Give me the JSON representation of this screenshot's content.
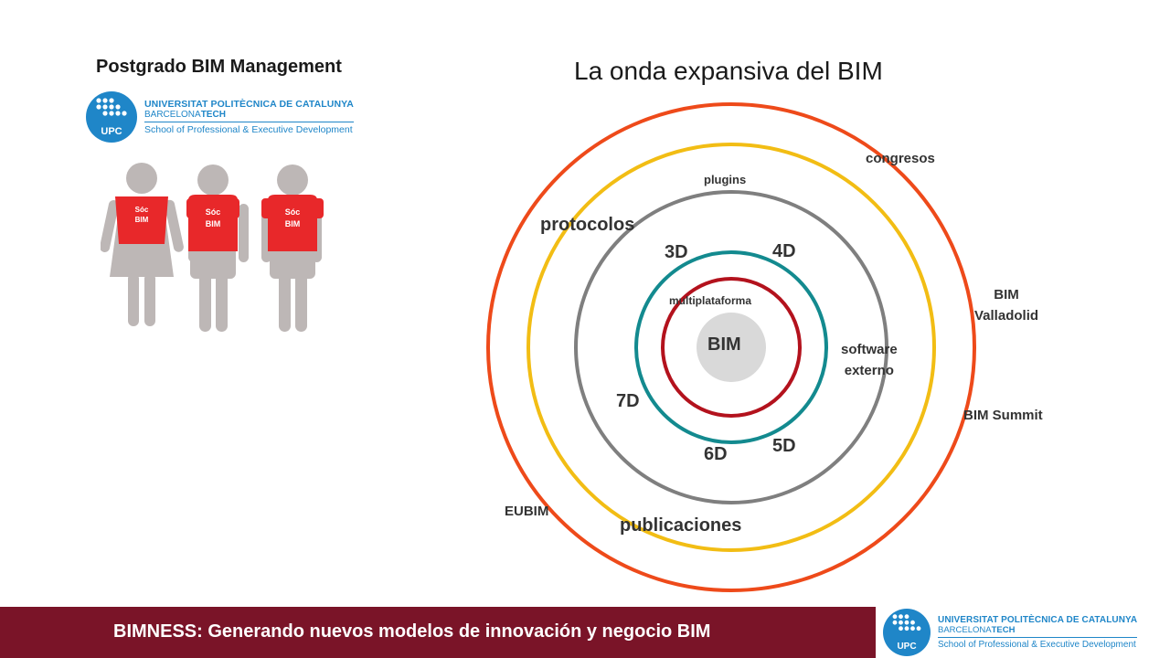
{
  "header": {
    "program": "Postgrado BIM Management",
    "logo": {
      "line1": "UNIVERSITAT POLITÈCNICA DE CATALUNYA",
      "line2_regular": "BARCELONA",
      "line2_bold": "TECH",
      "line3": "School of Professional & Executive Development",
      "seal_text": "UPC",
      "color": "#1f86c8"
    }
  },
  "figures": {
    "shirt_text_line1": "Sóc",
    "shirt_text_line2": "BIM",
    "shirt_color": "#e8282a",
    "body_color": "#bdb7b6"
  },
  "diagram": {
    "title": "La onda expansiva del BIM",
    "core": "BIM",
    "rings": [
      {
        "name": "red-ring",
        "color": "#b3121d"
      },
      {
        "name": "teal-ring",
        "color": "#138a8f"
      },
      {
        "name": "gray-ring",
        "color": "#7f7f7f"
      },
      {
        "name": "yellow-ring",
        "color": "#f2bd14"
      },
      {
        "name": "orange-ring",
        "color": "#ee4a1a"
      }
    ],
    "labels": {
      "multiplataforma": "multiplataforma",
      "d3": "3D",
      "d4": "4D",
      "d5": "5D",
      "d6": "6D",
      "d7": "7D",
      "plugins": "plugins",
      "software_line1": "software",
      "software_line2": "externo",
      "protocolos": "protocolos",
      "publicaciones": "publicaciones",
      "congresos": "congresos",
      "bim_valladolid_line1": "BIM",
      "bim_valladolid_line2": "Valladolid",
      "bim_summit": "BIM Summit",
      "eubim": "EUBIM"
    }
  },
  "footer": {
    "text": "BIMNESS: Generando nuevos modelos de innovación y negocio BIM",
    "bg_color": "#7a1428"
  }
}
